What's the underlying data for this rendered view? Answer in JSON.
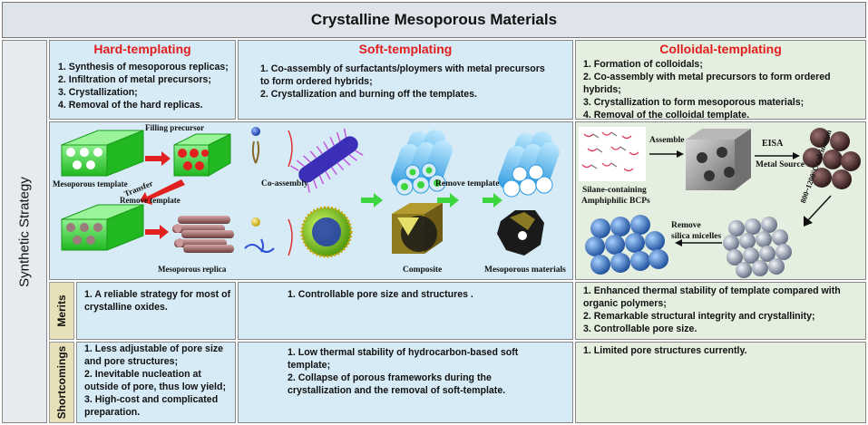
{
  "title": "Crystalline Mesoporous Materials",
  "side_label": "Synthetic Strategy",
  "columns": {
    "hard": {
      "heading": "Hard-templating",
      "steps": [
        "1. Synthesis of mesoporous replicas;",
        "2. Infiltration of metal precursors;",
        "3. Crystallization;",
        "4. Removal of the hard replicas."
      ]
    },
    "soft": {
      "heading": "Soft-templating",
      "steps": [
        "1. Co-assembly of surfactants/ploymers with metal precursors to form ordered hybrids;",
        "2. Crystallization and burning off the templates."
      ]
    },
    "colloid": {
      "heading": "Colloidal-templating",
      "steps": [
        "1. Formation of colloidals;",
        "2. Co-assembly with metal precursors to form ordered hybrids;",
        "3. Crystallization to form mesoporous materials;",
        "4. Removal of the colloidal template."
      ]
    }
  },
  "diagram_labels": {
    "filling_precursor": "Filling precursor",
    "mesoporous_template": "Mesoporous template",
    "transfer": "Transfer",
    "remove_template_hard": "Remove template",
    "mesoporous_replica": "Mesoporous replica",
    "co_assembly": "Co-assembly",
    "remove_template_soft": "Remove template",
    "composite": "Composite",
    "mesoporous_materials": "Mesoporous materials",
    "silane_line1": "Silane-containing",
    "silane_line2": "Amphiphilic BCPs",
    "assemble": "Assemble",
    "eisa": "EISA",
    "metal_source": "Metal Source",
    "calcination": "800~1200°C calcination",
    "remove_silica_line1": "Remove",
    "remove_silica_line2": "silica micelles"
  },
  "rows": {
    "merits": {
      "label": "Merits",
      "hard": [
        "1. A reliable strategy for most of crystalline oxides."
      ],
      "soft": [
        "1. Controllable pore size and structures ."
      ],
      "colloid": [
        "1. Enhanced thermal stability of template compared with organic polymers;",
        "2.  Remarkable structural integrity and crystallinity;",
        "3. Controllable pore size."
      ]
    },
    "shortcomings": {
      "label": "Shortcomings",
      "hard": [
        "1. Less adjustable of pore size and pore structures;",
        "2. Inevitable nucleation at outside of pore, thus low yield;",
        "3. High-cost and complicated preparation."
      ],
      "soft": [
        "1. Low thermal stability of hydrocarbon-based soft template;",
        "2. Collapse of porous frameworks during the crystallization and the removal of soft-template."
      ],
      "colloid": [
        "1. Limited pore structures currently."
      ]
    }
  },
  "colors": {
    "heading": "#e21d1d",
    "blue_panel": "#d6ebf5",
    "green_panel": "#e5efe0",
    "arrow_green": "#3ed63e",
    "arrow_red": "#e32020",
    "tube_green": "#4cd94c",
    "rod_brown": "#8c5a5a"
  }
}
